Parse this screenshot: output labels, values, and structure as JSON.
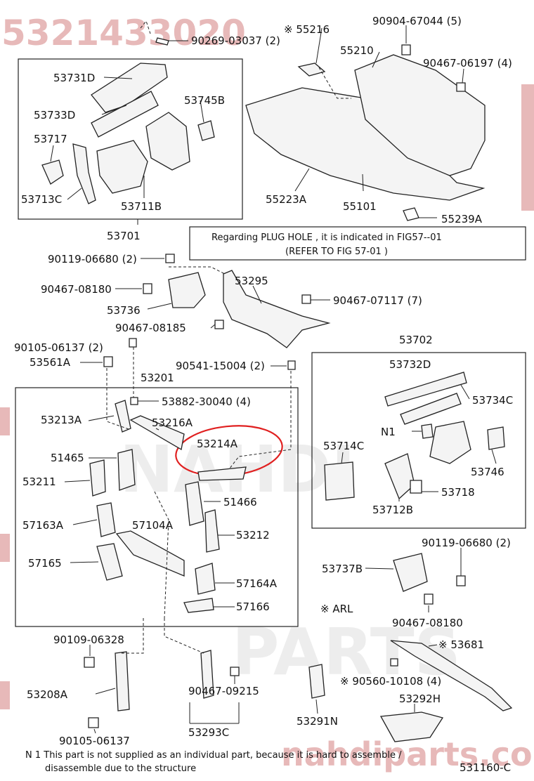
{
  "diagram_code": "531160-C",
  "watermark": {
    "part_number": "5321433020",
    "site": "nahdiparts.com",
    "brand_line1": "NAHDI",
    "brand_line2": "PARTS"
  },
  "info_box": {
    "line1": "Regarding  PLUG HOLE , it is  indicated  in FIG57--01",
    "line2": "(REFER TO FIG  57-01 )"
  },
  "legend": {
    "arl": "※ ARL"
  },
  "footnote": {
    "line1": "N 1 This part is not supplied as an individual part, because it is hard to assemble /",
    "line2": "disassemble due to the structure"
  },
  "labels": {
    "l_90269": "90269-03037 (2)",
    "l_55216": "※ 55216",
    "l_90904": "90904-67044 (5)",
    "l_55210": "55210",
    "l_90467_06197": "90467-06197 (4)",
    "l_53731d": "53731D",
    "l_53745b": "53745B",
    "l_53733d": "53733D",
    "l_53717": "53717",
    "l_53713c": "53713C",
    "l_53711b": "53711B",
    "l_55223a": "55223A",
    "l_55101": "55101",
    "l_55239a": "55239A",
    "l_53701": "53701",
    "l_90119_a": "90119-06680 (2)",
    "l_90467_08180_a": "90467-08180",
    "l_53295": "53295",
    "l_53736": "53736",
    "l_90467_07117": "90467-07117 (7)",
    "l_90467_08185": "90467-08185",
    "l_90105_a": "90105-06137 (2)",
    "l_53702": "53702",
    "l_53561a": "53561A",
    "l_90541": "90541-15004 (2)",
    "l_53201": "53201",
    "l_53732d": "53732D",
    "l_53882": "53882-30040 (4)",
    "l_53734c": "53734C",
    "l_53213a": "53213A",
    "l_53216a": "53216A",
    "l_n1": "N1",
    "l_53214a": "53214A",
    "l_53714c": "53714C",
    "l_51465": "51465",
    "l_53746": "53746",
    "l_53211": "53211",
    "l_53718": "53718",
    "l_51466": "51466",
    "l_53712b": "53712B",
    "l_57163a": "57163A",
    "l_57104a": "57104A",
    "l_53212": "53212",
    "l_90119_b": "90119-06680 (2)",
    "l_57165": "57165",
    "l_53737b": "53737B",
    "l_57164a": "57164A",
    "l_57166": "57166",
    "l_90467_08180_b": "90467-08180",
    "l_90109": "90109-06328",
    "l_53681": "※ 53681",
    "l_90560": "※ 90560-10108 (4)",
    "l_53208a": "53208A",
    "l_90467_09215": "90467-09215",
    "l_53292h": "53292H",
    "l_53291n": "53291N",
    "l_53293c": "53293C",
    "l_90105_b": "90105-06137"
  },
  "colors": {
    "watermark_red": "#e7b9b9",
    "highlight_circle": "#e02020",
    "line": "#222222"
  }
}
